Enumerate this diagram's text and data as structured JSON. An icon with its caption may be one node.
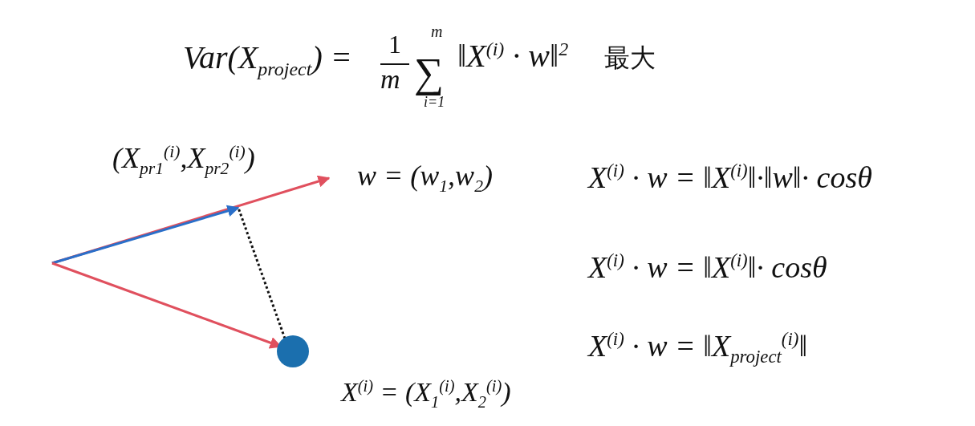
{
  "diagram": {
    "nodes": [
      {
        "text": [
          "(X$_{pr1}$$^{(i)}$,X$_{pr2}$$^{(i)}$)"
        ]
      },
      {
        "text": [
          "w = (w$_{1}$,w$_{2}$)"
        ]
      },
      {
        "text": [],
        "shape": "circle",
        "beside": [
          "X$^{(i)}$ = (X$_{1}$$^{(i)}$,X$_{2}$$^{(i)}$)"
        ]
      }
    ],
    "edges": [
      {
        "from": null,
        "to": 1,
        "arrow": "to",
        "color": "#e0505e"
      },
      {
        "from": null,
        "to": 0,
        "arrow": "to",
        "color": "#2a6fc9"
      },
      {
        "from": null,
        "to": 2,
        "arrow": "to",
        "color": "#e0505e"
      },
      {
        "from": 2,
        "to": 0,
        "arrow": "none",
        "style": "dashed",
        "color": "#111111"
      }
    ],
    "labels": [
      "Var(X$_{project}$) =",
      "1",
      "m",
      "∑",
      "m",
      "i=1",
      "‖X$^{(i)}$ · w‖$^{2}$",
      "最大",
      "X$^{(i)}$ · w = ‖X$^{(i)}$‖·‖w‖· cosθ",
      "X$^{(i)}$ · w = ‖X$^{(i)}$‖· cosθ",
      "X$^{(i)}$ · w = ‖X$_{project}$$^{(i)}$‖"
    ]
  }
}
